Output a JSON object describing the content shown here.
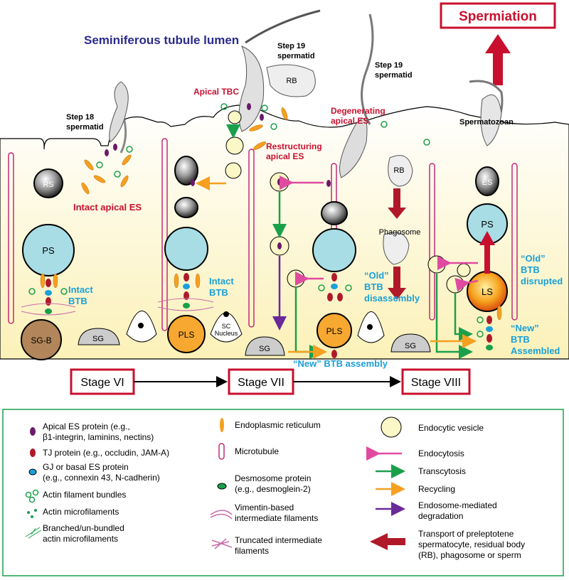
{
  "title": "Spermiation",
  "lumen": "Seminiferous tubule lumen",
  "labels": {
    "step18": [
      "Step 18",
      "spermatid"
    ],
    "step19a": [
      "Step 19",
      "spermatid"
    ],
    "step19b": [
      "Step 19",
      "spermatid"
    ],
    "spermatozoan": "Spermatozoan",
    "apical_tbc": "Apical TBC",
    "restructuring": [
      "Restructuring",
      "apical ES"
    ],
    "degenerating": [
      "Degenerating",
      "apical ES"
    ],
    "intact_apical_es": "Intact apical ES",
    "intact_btb_1": [
      "Intact",
      "BTB"
    ],
    "intact_btb_2": [
      "Intact",
      "BTB"
    ],
    "old_btb_disassembly": [
      "“Old”",
      "BTB",
      "disassembly"
    ],
    "new_btb_assembly": "“New” BTB assembly",
    "old_btb_disrupted": [
      "“Old”",
      "BTB",
      "disrupted"
    ],
    "new_btb_assembled": [
      "“New”",
      "BTB",
      "Assembled"
    ],
    "phagosome": "Phagosome",
    "sc_nucleus": [
      "SC",
      "Nucleus"
    ]
  },
  "cells": {
    "rs": "RS",
    "ps": "PS",
    "sgb": "SG-B",
    "sg": "SG",
    "pls": "PLS",
    "es": "ES",
    "ls": "LS",
    "rb": "RB"
  },
  "stages": [
    "Stage VI",
    "Stage VII",
    "Stage VIII"
  ],
  "legend": {
    "col1": [
      [
        "Apical ES protein (e.g.,",
        "β1-integrin, laminins, nectins)"
      ],
      [
        "TJ protein (e.g., occludin, JAM-A)"
      ],
      [
        "GJ or basal ES protein",
        "(e.g., connexin 43, N-cadherin)"
      ],
      [
        "Actin filament bundles"
      ],
      [
        "Actin microfilaments"
      ],
      [
        "Branched/un-bundled",
        "actin microfilaments"
      ]
    ],
    "col2": [
      [
        "Endoplasmic reticulum"
      ],
      [
        "Microtubule"
      ],
      [
        "Desmosome protein",
        "(e.g., desmoglein-2)"
      ],
      [
        "Vimentin-based",
        "intermediate filaments"
      ],
      [
        "Truncated intermediate",
        "filaments"
      ]
    ],
    "col3": [
      [
        "Endocytic vesicle"
      ],
      [
        "Endocytosis"
      ],
      [
        "Transcytosis"
      ],
      [
        "Recycling"
      ],
      [
        "Endosome-mediated",
        "degradation"
      ],
      [
        "Transport of preleptotene",
        "spermatocyte, residual body",
        "(RB), phagosome or sperm"
      ]
    ]
  },
  "colors": {
    "red": "#c8102e",
    "blue": "#2b2a8c",
    "cyan": "#1aa0d8",
    "green": "#1aa04a",
    "orange": "#f5a020",
    "purple": "#6a2a9a",
    "pink": "#e04aa0",
    "dark_red": "#b0192a"
  }
}
